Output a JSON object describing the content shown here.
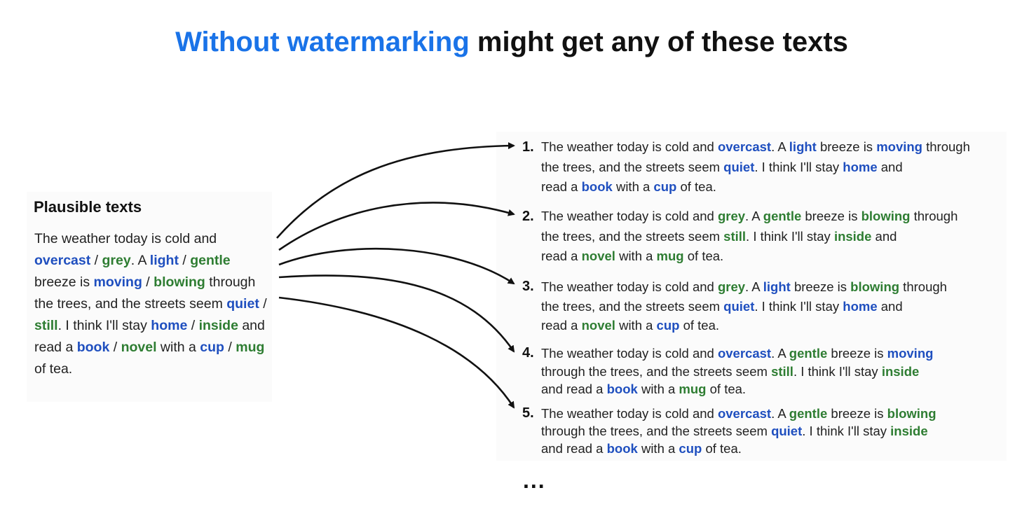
{
  "title": {
    "highlight": "Without watermarking",
    "rest": " might get any of these texts"
  },
  "left": {
    "heading": "Plausible texts",
    "segments": [
      {
        "t": "The weather today is cold and "
      },
      {
        "t": "overcast",
        "c": "b"
      },
      {
        "t": " / "
      },
      {
        "t": "grey",
        "c": "g"
      },
      {
        "t": ". A "
      },
      {
        "t": "light",
        "c": "b"
      },
      {
        "t": " / "
      },
      {
        "t": "gentle",
        "c": "g"
      },
      {
        "t": " breeze is "
      },
      {
        "t": "moving",
        "c": "b"
      },
      {
        "t": " / "
      },
      {
        "t": "blowing",
        "c": "g"
      },
      {
        "t": " through the trees, and the streets seem "
      },
      {
        "t": "quiet",
        "c": "b"
      },
      {
        "t": " / "
      },
      {
        "t": "still",
        "c": "g"
      },
      {
        "t": ". I think I'll stay "
      },
      {
        "t": "home",
        "c": "b"
      },
      {
        "t": " / "
      },
      {
        "t": "inside",
        "c": "g"
      },
      {
        "t": " and read a "
      },
      {
        "t": "book",
        "c": "b"
      },
      {
        "t": " / "
      },
      {
        "t": "novel",
        "c": "g"
      },
      {
        "t": " with a "
      },
      {
        "t": "cup",
        "c": "b"
      },
      {
        "t": " / "
      },
      {
        "t": "mug",
        "c": "g"
      },
      {
        "t": " of tea."
      }
    ]
  },
  "items": [
    {
      "number": "1.",
      "lines": [
        [
          {
            "t": "The weather today is cold and "
          },
          {
            "t": "overcast",
            "c": "b"
          },
          {
            "t": ".  A "
          },
          {
            "t": "light",
            "c": "b"
          },
          {
            "t": " breeze is "
          },
          {
            "t": "moving",
            "c": "b"
          },
          {
            "t": " through"
          }
        ],
        [
          {
            "t": "the trees, and the streets seem "
          },
          {
            "t": "quiet",
            "c": "b"
          },
          {
            "t": ".  I think I'll stay "
          },
          {
            "t": "home",
            "c": "b"
          },
          {
            "t": " and"
          }
        ],
        [
          {
            "t": "read a "
          },
          {
            "t": "book",
            "c": "b"
          },
          {
            "t": " with a "
          },
          {
            "t": "cup",
            "c": "b"
          },
          {
            "t": " of tea."
          }
        ]
      ]
    },
    {
      "number": "2.",
      "lines": [
        [
          {
            "t": "The weather today is cold and "
          },
          {
            "t": "grey",
            "c": "g"
          },
          {
            "t": ".  A "
          },
          {
            "t": "gentle",
            "c": "g"
          },
          {
            "t": " breeze is "
          },
          {
            "t": "blowing",
            "c": "g"
          },
          {
            "t": " through"
          }
        ],
        [
          {
            "t": "the trees, and the streets seem "
          },
          {
            "t": "still",
            "c": "g"
          },
          {
            "t": ".  I think I'll stay "
          },
          {
            "t": "inside",
            "c": "g"
          },
          {
            "t": " and"
          }
        ],
        [
          {
            "t": "read a "
          },
          {
            "t": "novel",
            "c": "g"
          },
          {
            "t": " with a "
          },
          {
            "t": "mug",
            "c": "g"
          },
          {
            "t": " of tea."
          }
        ]
      ]
    },
    {
      "number": "3.",
      "lines": [
        [
          {
            "t": "The weather today is cold and "
          },
          {
            "t": "grey",
            "c": "g"
          },
          {
            "t": ".  A "
          },
          {
            "t": "light",
            "c": "b"
          },
          {
            "t": " breeze is "
          },
          {
            "t": "blowing",
            "c": "g"
          },
          {
            "t": " through"
          }
        ],
        [
          {
            "t": "the trees, and the streets seem "
          },
          {
            "t": "quiet",
            "c": "b"
          },
          {
            "t": ".  I think I'll stay "
          },
          {
            "t": "home",
            "c": "b"
          },
          {
            "t": " and"
          }
        ],
        [
          {
            "t": "read a "
          },
          {
            "t": "novel",
            "c": "g"
          },
          {
            "t": " with a "
          },
          {
            "t": "cup",
            "c": "b"
          },
          {
            "t": " of tea."
          }
        ]
      ]
    },
    {
      "number": "4.",
      "lines": [
        [
          {
            "t": "The weather today is cold and "
          },
          {
            "t": "overcast",
            "c": "b"
          },
          {
            "t": ".  A "
          },
          {
            "t": "gentle",
            "c": "g"
          },
          {
            "t": " breeze is "
          },
          {
            "t": "moving",
            "c": "b"
          }
        ],
        [
          {
            "t": "through the trees, and the streets seem "
          },
          {
            "t": "still",
            "c": "g"
          },
          {
            "t": ".  I think I'll stay "
          },
          {
            "t": "inside",
            "c": "g"
          }
        ],
        [
          {
            "t": "and read a "
          },
          {
            "t": "book",
            "c": "b"
          },
          {
            "t": " with a "
          },
          {
            "t": "mug",
            "c": "g"
          },
          {
            "t": " of tea."
          }
        ]
      ]
    },
    {
      "number": "5.",
      "lines": [
        [
          {
            "t": "The weather today is cold and "
          },
          {
            "t": "overcast",
            "c": "b"
          },
          {
            "t": ".  A "
          },
          {
            "t": "gentle",
            "c": "g"
          },
          {
            "t": " breeze is "
          },
          {
            "t": "blowing",
            "c": "g"
          }
        ],
        [
          {
            "t": "through the trees, and the streets seem "
          },
          {
            "t": "quiet",
            "c": "b"
          },
          {
            "t": ".  I think I'll stay "
          },
          {
            "t": "inside",
            "c": "g"
          }
        ],
        [
          {
            "t": "and read a "
          },
          {
            "t": "book",
            "c": "b"
          },
          {
            "t": " with a "
          },
          {
            "t": "cup",
            "c": "b"
          },
          {
            "t": " of tea."
          }
        ]
      ]
    }
  ],
  "ellipsis": "...",
  "colors": {
    "title_highlight": "#1a73e8",
    "blue_word": "#1f4fbf",
    "green_word": "#2e7d32"
  }
}
